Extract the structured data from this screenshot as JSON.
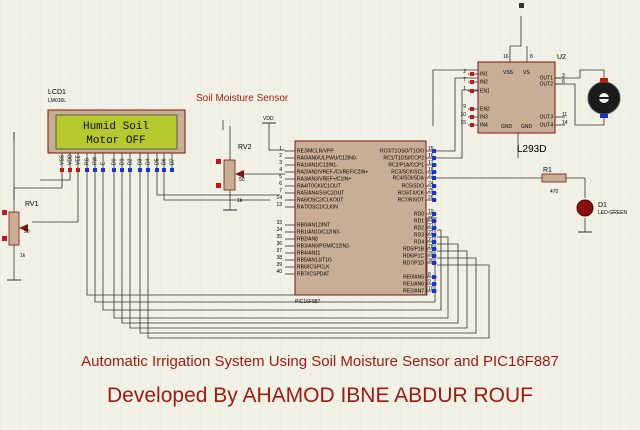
{
  "header": {
    "sensor_heading": "Soil Moisture Sensor"
  },
  "lcd": {
    "ref": "LCD1",
    "model": "LM016L",
    "line1": "Humid Soil",
    "line2": "Motor OFF",
    "pins": [
      "VSS",
      "VDD",
      "VEE",
      "RS",
      "RW",
      "E",
      "D0",
      "D1",
      "D2",
      "D3",
      "D4",
      "D5",
      "D6",
      "D7"
    ]
  },
  "rv1": {
    "ref": "RV1",
    "value": "1k",
    "pct": "50"
  },
  "rv2": {
    "ref": "RV2",
    "value": "1k",
    "pct": "50",
    "vdd": "VDD"
  },
  "mcu": {
    "model": "PIC16F887",
    "left_pins": [
      {
        "num": "1",
        "name": "RE3/MCLR/VPP"
      },
      {
        "num": "2",
        "name": "RA0/AN0/ULPWU/C12IN0-"
      },
      {
        "num": "3",
        "name": "RA1/AN1/C12IN1-"
      },
      {
        "num": "4",
        "name": "RA2/AN2/VREF-/CVREF/C2IN+"
      },
      {
        "num": "5",
        "name": "RA3/AN3/VREF+/C1IN+"
      },
      {
        "num": "6",
        "name": "RA4/T0CKI/C1OUT"
      },
      {
        "num": "7",
        "name": "RA5/AN4/SS/C2OUT"
      },
      {
        "num": "14",
        "name": "RA6/OSC2/CLKOUT"
      },
      {
        "num": "13",
        "name": "RA7/OSC1/CLKIN"
      },
      {
        "num": "33",
        "name": "RB0/AN12/INT"
      },
      {
        "num": "34",
        "name": "RB1/AN10/C12IN3-"
      },
      {
        "num": "35",
        "name": "RB2/AN8"
      },
      {
        "num": "36",
        "name": "RB3/AN9/PGM/C12IN2-"
      },
      {
        "num": "37",
        "name": "RB4/AN11"
      },
      {
        "num": "38",
        "name": "RB5/AN13/T1G"
      },
      {
        "num": "39",
        "name": "RB6/ICSPCLK"
      },
      {
        "num": "40",
        "name": "RB7/ICSPDAT"
      }
    ],
    "right_pins": [
      {
        "num": "15",
        "name": "RC0/T1OSO/T1CKI"
      },
      {
        "num": "16",
        "name": "RC1/T1OSI/CCP2"
      },
      {
        "num": "17",
        "name": "RC2/P1A/CCP1"
      },
      {
        "num": "18",
        "name": "RC3/SCK/SCL"
      },
      {
        "num": "23",
        "name": "RC4/SDI/SDA"
      },
      {
        "num": "24",
        "name": "RC5/SDO"
      },
      {
        "num": "25",
        "name": "RC6/TX/CK"
      },
      {
        "num": "26",
        "name": "RC7/RX/DT"
      },
      {
        "num": "19",
        "name": "RD0"
      },
      {
        "num": "20",
        "name": "RD1"
      },
      {
        "num": "21",
        "name": "RD2"
      },
      {
        "num": "22",
        "name": "RD3"
      },
      {
        "num": "27",
        "name": "RD4"
      },
      {
        "num": "28",
        "name": "RD5/P1B"
      },
      {
        "num": "29",
        "name": "RD6/P1C"
      },
      {
        "num": "30",
        "name": "RD7/P1D"
      },
      {
        "num": "8",
        "name": "RE0/AN5"
      },
      {
        "num": "9",
        "name": "RE1/AN6"
      },
      {
        "num": "10",
        "name": "RE2/AN7"
      }
    ]
  },
  "driver": {
    "ref": "U2",
    "model": "L293D",
    "top_pins": [
      "16",
      "8"
    ],
    "left_pins": [
      {
        "num": "2",
        "name": "IN1"
      },
      {
        "num": "7",
        "name": "IN2"
      },
      {
        "num": "1",
        "name": "EN1"
      },
      {
        "num": "9",
        "name": "EN2"
      },
      {
        "num": "10",
        "name": "IN3"
      },
      {
        "num": "15",
        "name": "IN4"
      }
    ],
    "mid_labels": [
      "VSS",
      "VS",
      "GND",
      "GND"
    ],
    "right_pins": [
      {
        "num": "3",
        "name": "OUT1"
      },
      {
        "num": "6",
        "name": "OUT2"
      },
      {
        "num": "11",
        "name": "OUT3"
      },
      {
        "num": "14",
        "name": "OUT4"
      }
    ]
  },
  "r1": {
    "ref": "R1",
    "value": "470"
  },
  "d1": {
    "ref": "D1",
    "model": "LED-GREEN"
  },
  "footer": {
    "title": "Automatic Irrigation System Using Soil Moisture Sensor and PIC16F887",
    "credit": "Developed By AHAMOD IBNE ABDUR ROUF"
  },
  "colors": {
    "background": "#f1f1e6",
    "wire": "#333333",
    "component_fill": "#c7ae94",
    "component_border": "#7a1616",
    "lcd_screen": "#b5c92e",
    "title_red": "#9b1b12",
    "pin_red": "#c01818",
    "pin_blue": "#1a33c8",
    "led": "#8b0d0d"
  }
}
